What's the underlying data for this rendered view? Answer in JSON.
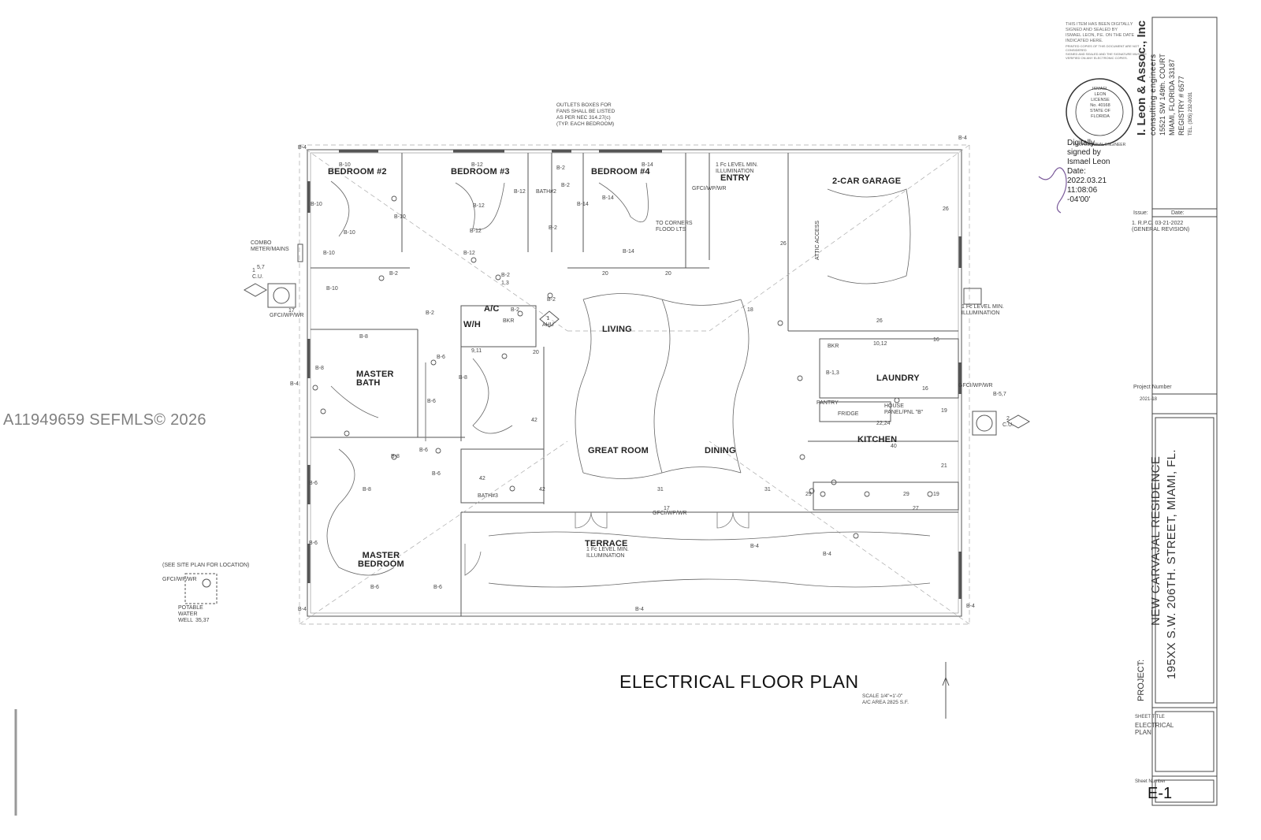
{
  "watermark": "A11949659  SEFMLS© 2026",
  "sheet": {
    "title": "ELECTRICAL FLOOR PLAN",
    "scale": "SCALE 1/4\"=1'-0\"",
    "area": "A/C AREA 2825 S.F."
  },
  "notes": {
    "fan_outlets": [
      "OUTLETS BOXES FOR",
      "FANS SHALL BE LISTED",
      "AS PER NEC 314.27(c)",
      "(TYP. EACH BEDROOM)"
    ],
    "combo_meter": [
      "COMBO",
      "METER/MAINS"
    ],
    "site_plan": "(SEE SITE PLAN FOR LOCATION)",
    "well": [
      "POTABLE",
      "WATER",
      "WELL"
    ],
    "to_corners": [
      "TO CORNERS",
      "FLOOD LTS"
    ],
    "illumination_entry": [
      "1 Fc LEVEL MIN.",
      "ILLUMINATION"
    ],
    "illumination_terrace": [
      "1 Fc LEVEL MIN.",
      "ILLUMINATION"
    ],
    "illumination_garage": [
      "1 Fc LEVEL MIN.",
      "ILLUMINATION"
    ],
    "attic_access": "ATTIC ACCESS",
    "house_panel": [
      "HOUSE",
      "PANEL/PNL \"B\""
    ]
  },
  "rooms": {
    "bedroom2": "BEDROOM #2",
    "bedroom3": "BEDROOM #3",
    "bedroom4": "BEDROOM #4",
    "bath2": "BATH#2",
    "entry": "ENTRY",
    "garage": "2-CAR GARAGE",
    "ac": "A/C",
    "wh": "W/H",
    "living": "LIVING",
    "master_bath": [
      "MASTER",
      "BATH"
    ],
    "laundry": "LAUNDRY",
    "pantry": "PANTRY",
    "fridge": "FRIDGE",
    "kitchen": "KITCHEN",
    "great_room": "GREAT ROOM",
    "dining": "DINING",
    "bath3": "BATH#3",
    "terrace": "TERRACE",
    "master_bedroom": [
      "MASTER",
      "BEDROOM"
    ]
  },
  "equipment": {
    "cu_left": [
      "1",
      "C.U."
    ],
    "cu_right": [
      "2",
      "C.U."
    ],
    "ahu": [
      "1",
      "AHU"
    ],
    "bkr": "BKR",
    "gfci_wp": "GFCI/WP/WR"
  },
  "circuit_tags": [
    "B-4",
    "B-10",
    "B-12",
    "B-14",
    "B-2",
    "B-6",
    "B-8",
    "GFCI",
    "20",
    "42",
    "31",
    "18",
    "26",
    "16",
    "19",
    "21",
    "40",
    "29",
    "27",
    "17",
    "5,7",
    "35,37",
    "22,24",
    "10,12",
    "9,11",
    "1,3",
    "B-1,3",
    "B-5,7"
  ],
  "title_block": {
    "disclaimer": [
      "THIS ITEM HAS BEEN DIGITALLY",
      "SIGNED AND SEALED BY",
      "ISMAEL LEON, P.E. ON THE DATE",
      "INDICATED HERE.",
      "PRINTED COPIES OF THIS DOCUMENT ARE NOT CONSIDERED",
      "SIGNED AND SEALED AND THE SIGNATURE MUST BE",
      "VERIFIED ON ANY ELECTRONIC COPIES."
    ],
    "firm": "I. Leon & Assoc., Inc",
    "firm_sub": "consulting engineers",
    "address1": "15521 SW 149th. COURT",
    "address2": "MIAMI, FLORIDA 33187",
    "registry": "REGISTRY # 6577",
    "tel": "TEL. (305) 232-0031",
    "seal": {
      "top": "ISMAEL LEON",
      "license": "LICENSE",
      "number": "No. 40168",
      "state": "STATE OF",
      "florida": "FLORIDA",
      "bottom": "PROFESSIONAL ENGINEER"
    },
    "digital_signature": [
      "Digitally",
      "signed by",
      "Ismael Leon",
      "Date:",
      "2022.03.21",
      "11:08:06",
      "-04'00'"
    ],
    "issue_label": "Issue:",
    "date_label": "Date:",
    "revision": "1. R.P.C. 03-21-2022",
    "revision_note": "(GENERAL REVISION)",
    "project_number_label": "Project Number",
    "project_number": "2021-18",
    "project_label": "PROJECT:",
    "project_name": "NEW CARVAJAL RESIDENCE",
    "project_address": "195XX S.W. 206TH. STREET, MIAMI, FL.",
    "sheet_title_label": "SHEET TITLE",
    "sheet_title": [
      "ELECTRICAL",
      "PLAN"
    ],
    "sheet_number_label": "Sheet Number",
    "sheet_number": "E-1"
  }
}
